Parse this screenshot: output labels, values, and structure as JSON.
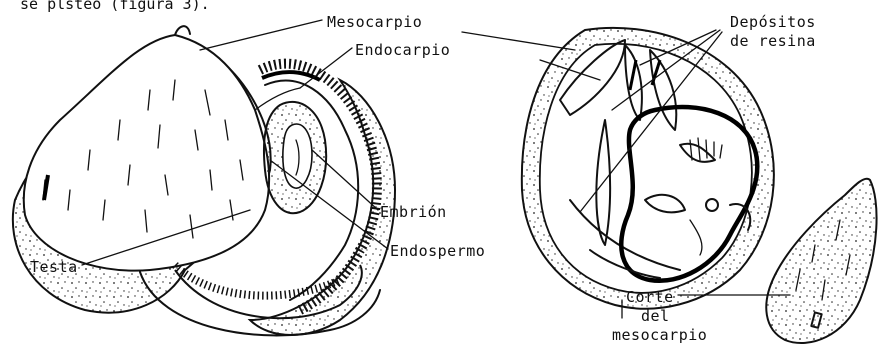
{
  "caption": "se plsteo (figura 3).",
  "labels": {
    "mesocarpio": "Mesocarpio",
    "endocarpio": "Endocarpio",
    "embrion": "Embrión",
    "endospermo": "Endospermo",
    "testa": "Testa",
    "depositos_line1": "Depósitos",
    "depositos_line2": "de resina",
    "corte_line1": "Corte",
    "corte_line2": "del",
    "corte_line3": "mesocarpio"
  }
}
